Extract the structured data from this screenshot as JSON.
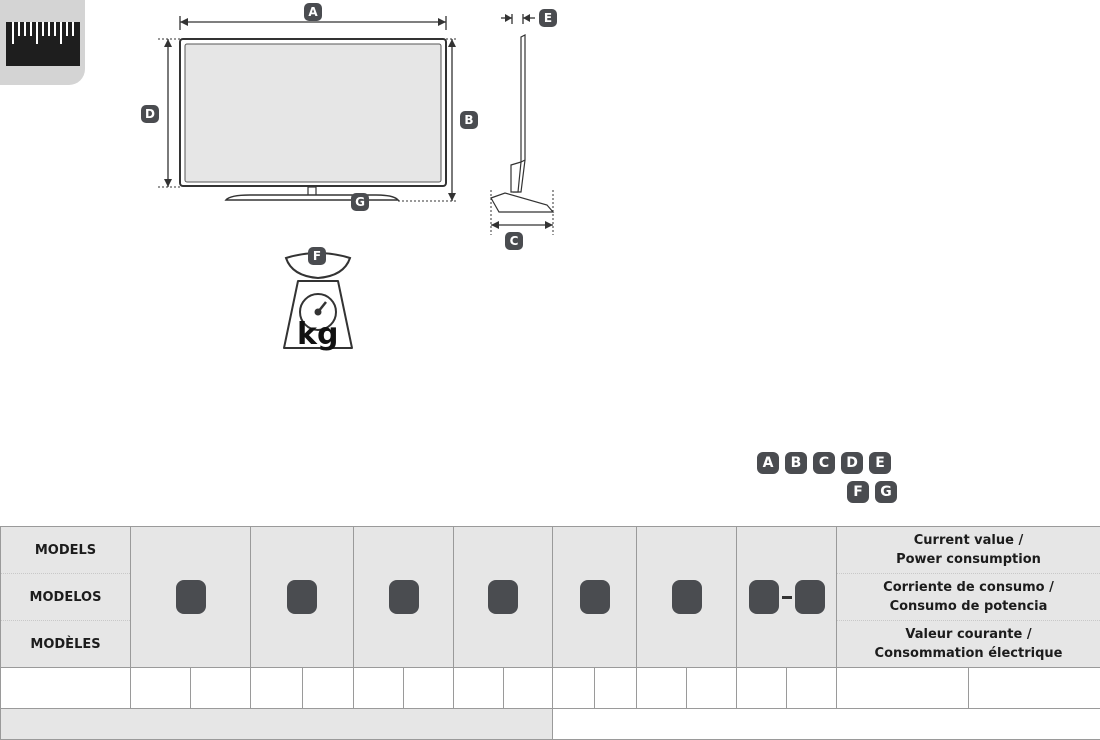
{
  "dimension_labels": {
    "a": "A",
    "b": "B",
    "c": "C",
    "d": "D",
    "e": "E",
    "f": "F",
    "g": "G"
  },
  "weight_unit": "kg",
  "legend": {
    "row1": [
      "A",
      "B",
      "C",
      "D",
      "E"
    ],
    "row2": [
      "F",
      "G"
    ]
  },
  "table": {
    "models_labels": [
      "MODELS",
      "MODELOS",
      "MODÈLES"
    ],
    "descriptions": [
      [
        "Current value /",
        "Power consumption"
      ],
      [
        "Corriente de consumo /",
        "Consumo de potencia"
      ],
      [
        "Valeur courante /",
        "Consommation électrique"
      ]
    ]
  },
  "icons": {
    "ruler": "ruler-icon",
    "scale": "scale-weight-icon",
    "model_placeholder": "model-code-placeholder"
  },
  "colors": {
    "badge": "#4a4c50",
    "header_bg": "#e6e6e6",
    "icon_bg": "#d4d4d4"
  }
}
